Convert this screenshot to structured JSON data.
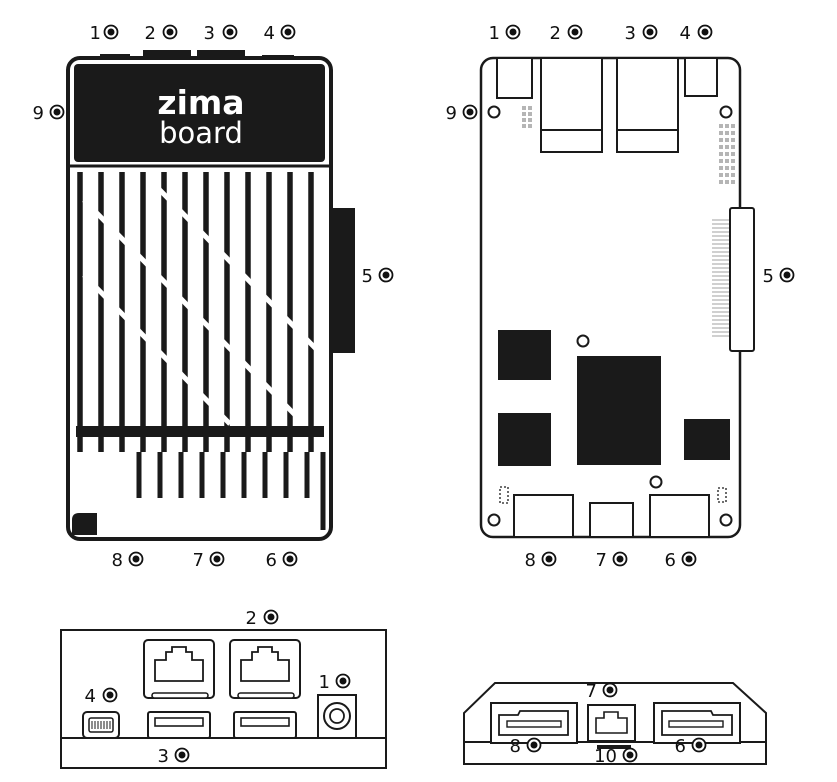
{
  "brand": {
    "line1": "zima",
    "line2": "board"
  },
  "colors": {
    "ink": "#1a1a1a",
    "paper": "#ffffff",
    "muted": "#b5b5b5"
  },
  "callouts": {
    "top_view": [
      "1",
      "2",
      "3",
      "4",
      "5",
      "6",
      "7",
      "8",
      "9"
    ],
    "board_view": [
      "1",
      "2",
      "3",
      "4",
      "5",
      "6",
      "7",
      "8",
      "9"
    ],
    "rear_view": [
      "1",
      "2",
      "3",
      "4"
    ],
    "front_view": [
      "6",
      "7",
      "8",
      "10"
    ]
  },
  "marker_icon": "filled-circle-dot-icon"
}
